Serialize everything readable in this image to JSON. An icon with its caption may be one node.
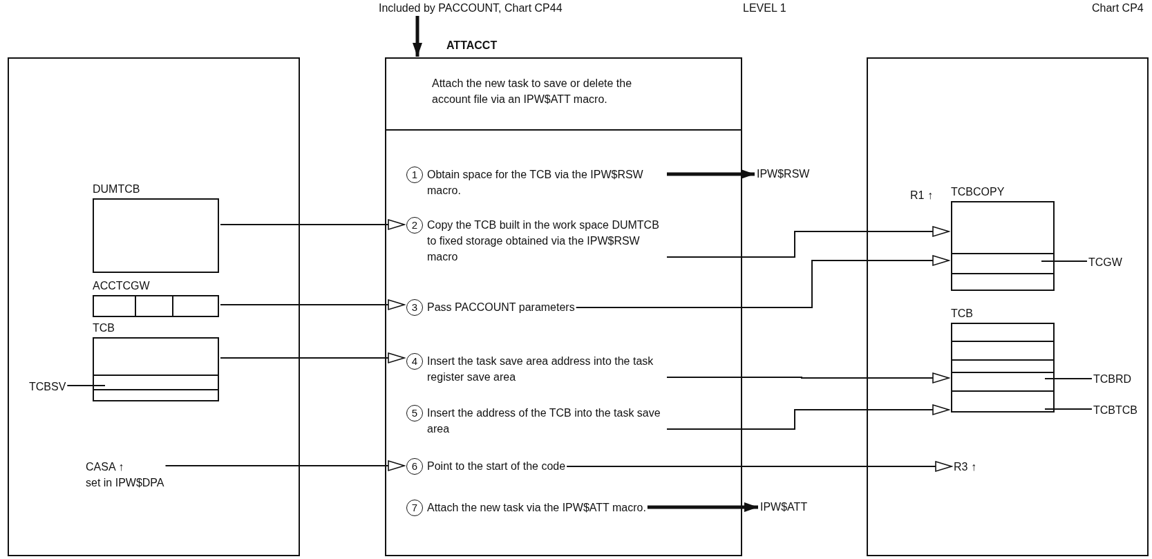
{
  "diagram": {
    "nodes": [
      {
        "text": [],
        "shape": "box"
      },
      {
        "text": [
          "DUMTCB"
        ],
        "in": 0
      },
      {
        "text": [
          "ACCTCGW"
        ],
        "in": 0
      },
      {
        "text": [
          "TCB"
        ],
        "in": 0
      },
      {
        "text": [
          "TCBSV"
        ],
        "in": 0
      },
      {
        "text": [
          "CASA ↑"
        ],
        "beside": [
          "set in IPW$DPA"
        ],
        "in": 0
      },
      {
        "text": [
          "ATTACCT",
          "Attach the new task to save or delete the account file via an IPW$ATT macro."
        ]
      },
      {
        "text": [
          "1",
          "Obtain space for the TCB via the IPW$RSW macro."
        ],
        "in": 6
      },
      {
        "text": [
          "2",
          "Copy the TCB built in the work space DUMTCB to fixed storage obtained via the IPW$RSW macro"
        ],
        "in": 6
      },
      {
        "text": [
          "3",
          "Pass PACCOUNT parameters"
        ],
        "in": 6
      },
      {
        "text": [
          "4",
          "Insert the task save area address into the task register save area"
        ],
        "in": 6
      },
      {
        "text": [
          "5",
          "Insert the address of the TCB into the task save area"
        ],
        "in": 6
      },
      {
        "text": [
          "6",
          "Point to the start of the code"
        ],
        "in": 6
      },
      {
        "text": [
          "7",
          "Attach the new task via the IPW$ATT macro."
        ],
        "in": 6
      },
      {
        "text": [
          "IPW$RSW"
        ]
      },
      {
        "text": [
          "IPW$ATT"
        ]
      },
      {
        "text": [],
        "shape": "box"
      },
      {
        "text": [
          "TCBCOPY"
        ],
        "beside": [
          "R1 ↑"
        ],
        "in": 16
      },
      {
        "text": [
          "TCGW"
        ],
        "in": 16
      },
      {
        "text": [
          "TCB"
        ],
        "in": 16
      },
      {
        "text": [
          "TCBRD"
        ],
        "in": 16
      },
      {
        "text": [
          "TCBTCB"
        ],
        "in": 16
      },
      {
        "text": [
          "R3 ↑"
        ],
        "in": 16
      },
      {
        "text": [
          "Included by PACCOUNT, Chart CP44"
        ]
      }
    ],
    "edges": [
      {
        "from": 23,
        "to": 6,
        "arrow": "to",
        "style": "thick"
      },
      {
        "from": 1,
        "to": 8,
        "arrow": "to"
      },
      {
        "from": 2,
        "to": 9,
        "arrow": "to"
      },
      {
        "from": 3,
        "to": 10,
        "arrow": "to"
      },
      {
        "from": 5,
        "to": 12,
        "arrow": "to"
      },
      {
        "from": 7,
        "to": 14,
        "arrow": "to",
        "style": "thick"
      },
      {
        "from": 8,
        "to": 17,
        "arrow": "to"
      },
      {
        "from": 9,
        "to": 17,
        "arrow": "to"
      },
      {
        "from": 10,
        "to": 19,
        "arrow": "to"
      },
      {
        "from": 11,
        "to": 19,
        "arrow": "to"
      },
      {
        "from": 12,
        "to": 22,
        "arrow": "to"
      },
      {
        "from": 13,
        "to": 15,
        "arrow": "to",
        "style": "thick"
      },
      {
        "from": 4,
        "to": 3,
        "arrow": "none"
      },
      {
        "from": 18,
        "to": 17,
        "arrow": "none"
      },
      {
        "from": 20,
        "to": 19,
        "arrow": "none"
      },
      {
        "from": 21,
        "to": 19,
        "arrow": "none"
      }
    ],
    "labels": [
      "LEVEL 1",
      "Chart CP4"
    ]
  }
}
